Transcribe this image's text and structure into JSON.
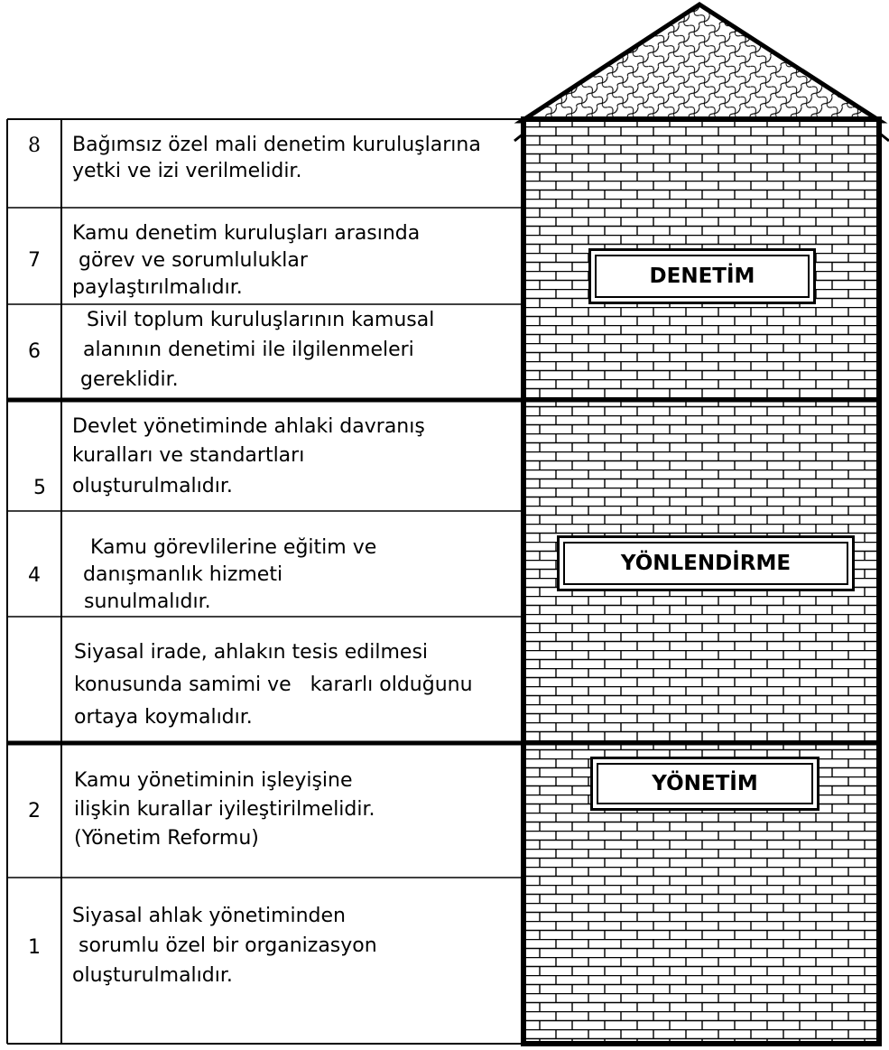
{
  "rows": [
    {
      "number": "8",
      "lines": [
        "Bağımsız özel mali denetim kuruluşlarına",
        "yetki ve izi verilmelidir."
      ]
    },
    {
      "number": "7",
      "lines": [
        "Kamu denetim kuruluşları arasında",
        " görev ve sorumluluklar",
        "paylaştırılmalıdır."
      ]
    },
    {
      "number": "6",
      "lines": [
        "Sivil toplum kuruluşlarının kamusal",
        "alanının denetimi ile ilgilenmeleri",
        " gereklidir."
      ]
    },
    {
      "number": "5",
      "lines": [
        "Devlet yönetiminde ahlaki davranış",
        "kuralları ve standartları",
        "oluşturulmalıdır."
      ]
    },
    {
      "number": "4",
      "lines": [
        "Kamu görevlilerine eğitim ve",
        "danışmanlık hizmeti",
        " sunulmalıdır."
      ]
    },
    {
      "number": "",
      "lines": [
        "Siyasal irade, ahlakın tesis edilmesi",
        "konusunda samimi ve   kararlı olduğunu",
        "ortaya koymalıdır."
      ]
    },
    {
      "number": "2",
      "lines": [
        "Kamu yönetiminin işleyişine",
        "ilişkin kurallar iyileştirilmelidir.",
        "(Yönetim Reformu)"
      ]
    },
    {
      "number": "1",
      "lines": [
        "Siyasal ahlak yönetiminden",
        " sorumlu özel bir organizasyon",
        "oluşturulmalıdır."
      ]
    }
  ],
  "labels": {
    "denetim": "DENETİM",
    "yonlendirme": "YÖNLENDİRME",
    "yonetim": "YÖNETİM"
  },
  "colors": {
    "line": "#000000",
    "background": "#ffffff"
  }
}
